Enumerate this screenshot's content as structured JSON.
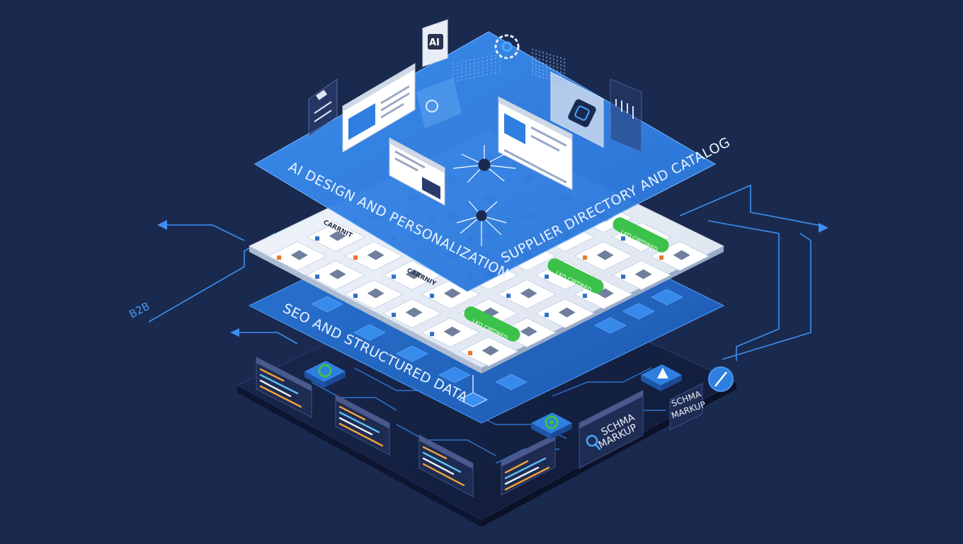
{
  "colors": {
    "background": "#1a2a4e",
    "base_dark": "#142142",
    "layer_blue": "#2f7fe0",
    "layer_blue_light": "#4a98f0",
    "catalog_white": "#e9eef6",
    "line_blue": "#3d8ff0",
    "badge_green": "#3cc24a",
    "panel_dark": "#1f2d55"
  },
  "labels": {
    "ai_layer": "AI DESIGN AND PERSONALIZATION",
    "catalog_layer": "SUPPLIER DIRECTORY AND CATALOG",
    "seo_layer": "SEO AND STRUCTURED DATA",
    "b2b": "B2B",
    "ai_chip": "AI",
    "schema_markup_1a": "SCHMA",
    "schema_markup_1b": "MARKUP",
    "schema_markup_2a": "SCHMA",
    "schema_markup_2b": "MARKUP",
    "brand_1": "CARRNIT",
    "brand_2": "CARRNIY",
    "badge_1": "LKO CIRTIIRED",
    "badge_2": "LKD CIRTIRED",
    "badge_3": "LKO CIRTIRED"
  },
  "icons": [
    "ai-chip-icon",
    "gear-icon",
    "search-icon",
    "eco-leaf-icon",
    "rocket-icon",
    "compass-icon",
    "network-node-icon"
  ]
}
